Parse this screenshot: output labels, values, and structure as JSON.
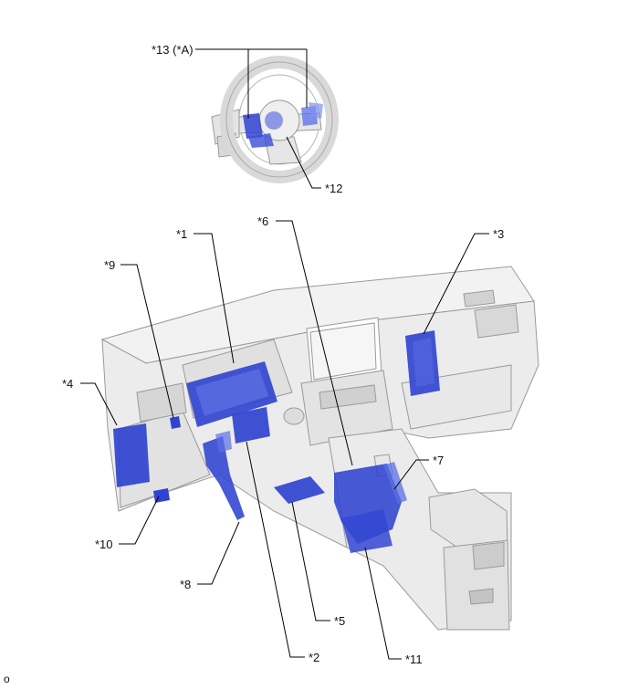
{
  "diagram": {
    "callouts": {
      "c13": "*13 (*A)",
      "c12": "*12",
      "c1": "*1",
      "c6": "*6",
      "c3": "*3",
      "c9": "*9",
      "c4": "*4",
      "c7": "*7",
      "c10": "*10",
      "c8": "*8",
      "c5": "*5",
      "c2": "*2",
      "c11": "*11"
    },
    "footer_mark": "o",
    "colors": {
      "component_fill": "#2f43d0",
      "component_highlight": "#6f83ee",
      "body_fill": "#eeeeee",
      "body_shade": "#dcdcdc",
      "outline": "#9a9a9a",
      "leader": "#000000"
    }
  }
}
